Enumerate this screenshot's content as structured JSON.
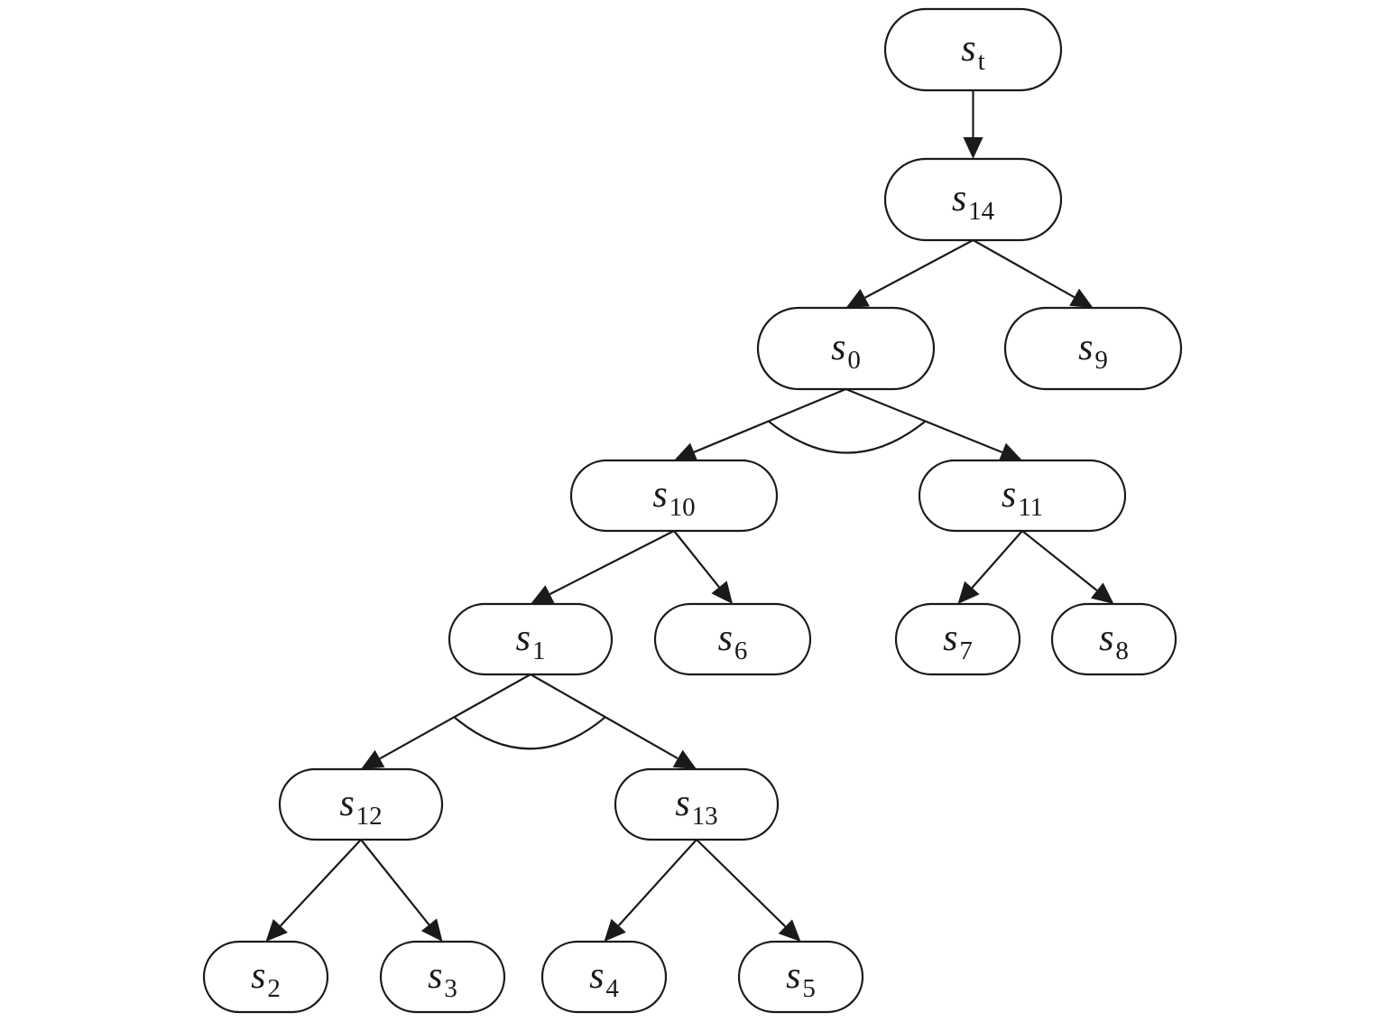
{
  "diagram": {
    "nodes": [
      {
        "id": "st",
        "symbol": "s",
        "subscript": "t"
      },
      {
        "id": "s14",
        "symbol": "s",
        "subscript": "14"
      },
      {
        "id": "s0",
        "symbol": "s",
        "subscript": "0"
      },
      {
        "id": "s9",
        "symbol": "s",
        "subscript": "9"
      },
      {
        "id": "s10",
        "symbol": "s",
        "subscript": "10"
      },
      {
        "id": "s11",
        "symbol": "s",
        "subscript": "11"
      },
      {
        "id": "s1",
        "symbol": "s",
        "subscript": "1"
      },
      {
        "id": "s6",
        "symbol": "s",
        "subscript": "6"
      },
      {
        "id": "s7",
        "symbol": "s",
        "subscript": "7"
      },
      {
        "id": "s8",
        "symbol": "s",
        "subscript": "8"
      },
      {
        "id": "s12",
        "symbol": "s",
        "subscript": "12"
      },
      {
        "id": "s13",
        "symbol": "s",
        "subscript": "13"
      },
      {
        "id": "s2",
        "symbol": "s",
        "subscript": "2"
      },
      {
        "id": "s3",
        "symbol": "s",
        "subscript": "3"
      },
      {
        "id": "s4",
        "symbol": "s",
        "subscript": "4"
      },
      {
        "id": "s5",
        "symbol": "s",
        "subscript": "5"
      }
    ],
    "edges": [
      {
        "from": "st",
        "to": "s14"
      },
      {
        "from": "s14",
        "to": "s0"
      },
      {
        "from": "s14",
        "to": "s9"
      },
      {
        "from": "s0",
        "to": "s10"
      },
      {
        "from": "s0",
        "to": "s11"
      },
      {
        "from": "s10",
        "to": "s1"
      },
      {
        "from": "s10",
        "to": "s6"
      },
      {
        "from": "s11",
        "to": "s7"
      },
      {
        "from": "s11",
        "to": "s8"
      },
      {
        "from": "s1",
        "to": "s12"
      },
      {
        "from": "s1",
        "to": "s13"
      },
      {
        "from": "s12",
        "to": "s2"
      },
      {
        "from": "s12",
        "to": "s3"
      },
      {
        "from": "s13",
        "to": "s4"
      },
      {
        "from": "s13",
        "to": "s5"
      }
    ],
    "and_groups": [
      {
        "parent": "s0",
        "children": [
          "s10",
          "s11"
        ]
      },
      {
        "parent": "s1",
        "children": [
          "s12",
          "s13"
        ]
      }
    ]
  }
}
